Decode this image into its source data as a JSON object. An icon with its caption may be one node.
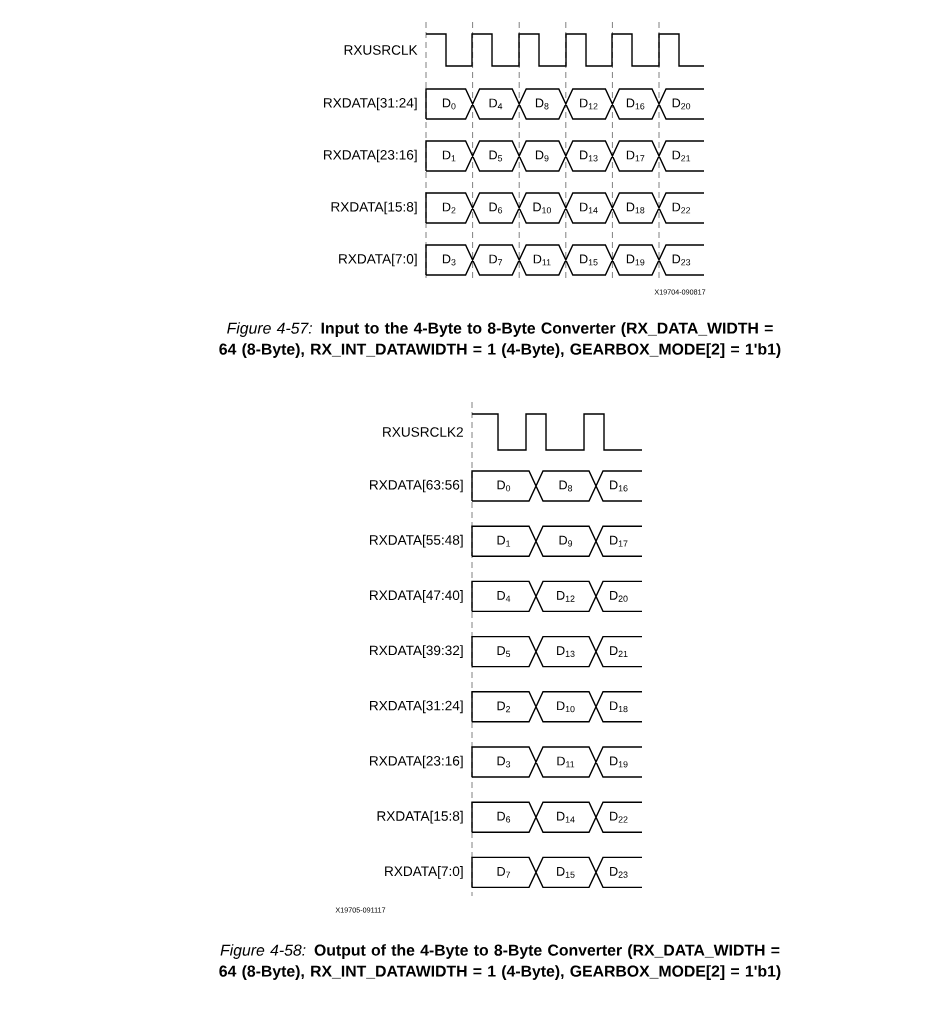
{
  "diagram": {
    "labels": [
      "RXUSRCLK",
      "RXDATA[31:24]",
      "D$_{0}$",
      "D$_{4}$",
      "D$_{8}$",
      "D$_{12}$",
      "D$_{16}$",
      "D$_{20}$",
      "RXDATA[23:16]",
      "D$_{1}$",
      "D$_{5}$",
      "D$_{9}$",
      "D$_{13}$",
      "D$_{17}$",
      "D$_{21}$",
      "RXDATA[15:8]",
      "D$_{2}$",
      "D$_{6}$",
      "D$_{10}$",
      "D$_{14}$",
      "D$_{18}$",
      "D$_{22}$",
      "RXDATA[7:0]",
      "D$_{3}$",
      "D$_{7}$",
      "D$_{11}$",
      "D$_{15}$",
      "D$_{19}$",
      "D$_{23}$",
      "X19704-090817",
      "*Figure 4-57:* **Input to the 4-Byte to 8-Byte Converter (RX_DATA_WIDTH = 64 (8-Byte), RX_INT_DATAWIDTH = 1 (4-Byte), GEARBOX_MODE[2] = 1'b1)**",
      "RXUSRCLK2",
      "RXDATA[63:56]",
      "D$_{0}$",
      "D$_{8}$",
      "D$_{16}$",
      "RXDATA[55:48]",
      "D$_{1}$",
      "D$_{9}$",
      "D$_{17}$",
      "RXDATA[47:40]",
      "D$_{4}$",
      "D$_{12}$",
      "D$_{20}$",
      "RXDATA[39:32]",
      "D$_{5}$",
      "D$_{13}$",
      "D$_{21}$",
      "RXDATA[31:24]",
      "D$_{2}$",
      "D$_{10}$",
      "D$_{18}$",
      "RXDATA[23:16]",
      "D$_{3}$",
      "D$_{11}$",
      "D$_{19}$",
      "RXDATA[15:8]",
      "D$_{6}$",
      "D$_{14}$",
      "D$_{22}$",
      "RXDATA[7:0]",
      "D$_{7}$",
      "D$_{15}$",
      "D$_{23}$",
      "X19705-091117",
      "*Figure 4-58:* **Output of the 4-Byte to 8-Byte Converter (RX_DATA_WIDTH = 64 (8-Byte), RX_INT_DATAWIDTH = 1 (4-Byte), GEARBOX_MODE[2] = 1'b1)**"
    ]
  }
}
